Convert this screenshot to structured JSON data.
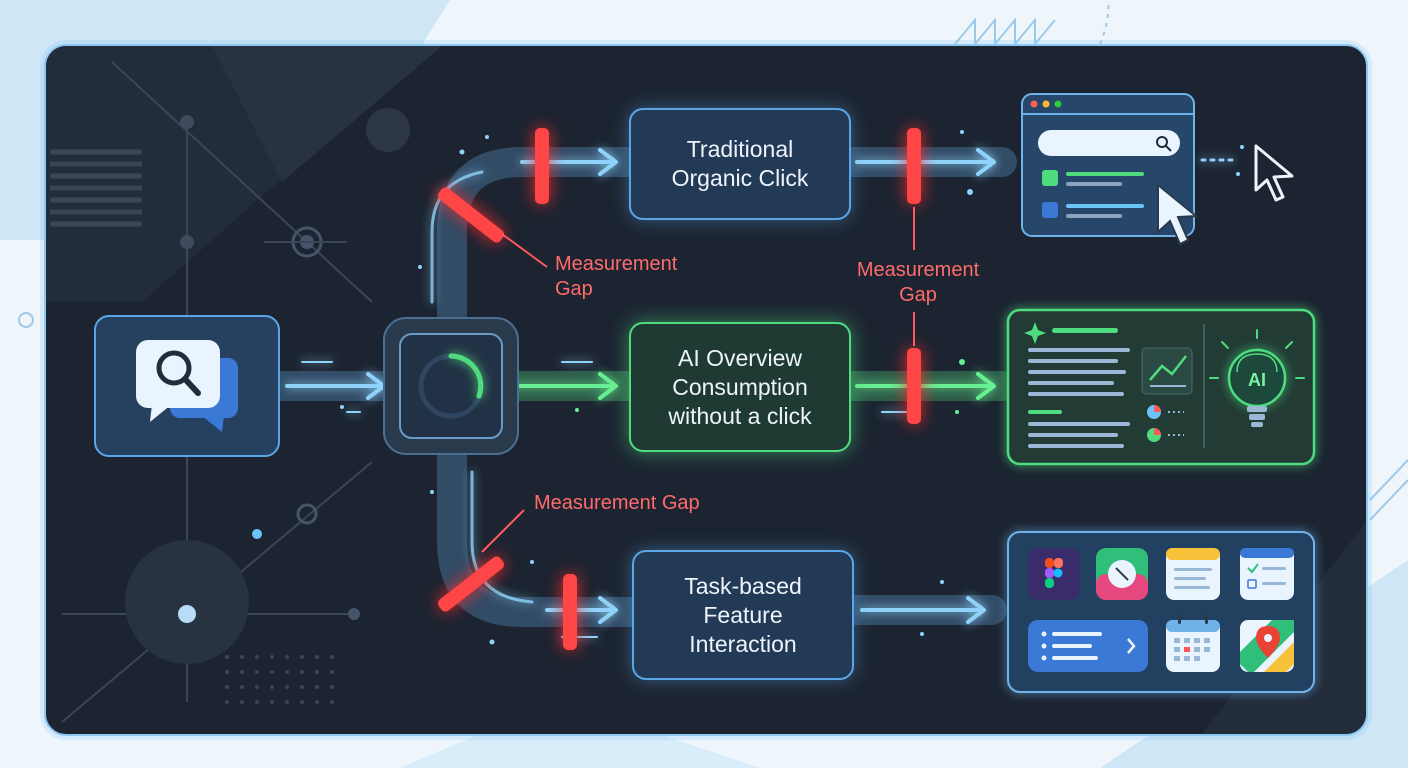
{
  "nodes": {
    "traditional": "Traditional Organic Click",
    "ai_overview": "AI Overview Consumption without a click",
    "task_based": "Task-based Feature Interaction"
  },
  "gap_labels": {
    "top_left": "Measurement Gap",
    "top_right": "Measurement Gap",
    "bottom": "Measurement Gap"
  },
  "ai_badge": "AI",
  "icons": {
    "query": "search-chat-icon",
    "router": "loading-ring-icon",
    "serp": "search-results-window-icon",
    "cursor": "cursor-icon",
    "ai_brain": "ai-lightbulb-brain-icon",
    "apps": [
      "figma-app-icon",
      "chat-app-icon",
      "notes-app-icon",
      "checklist-app-icon",
      "list-widget-icon",
      "calendar-app-icon",
      "maps-app-icon"
    ]
  },
  "colors": {
    "blue_flow": "#6cc3f5",
    "green_flow": "#4fdc7e",
    "gap_red": "#ff3b3b",
    "panel_bg": "#1c2431"
  }
}
